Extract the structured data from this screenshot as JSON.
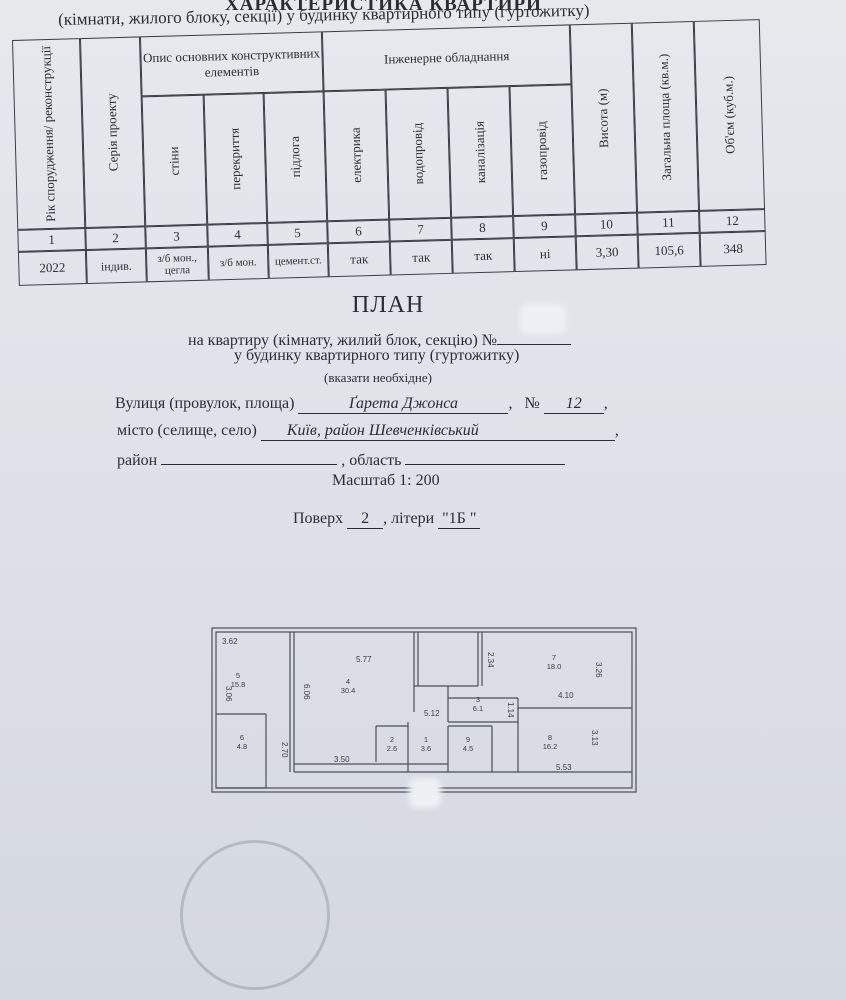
{
  "header": {
    "title_line1": "ХАРАКТЕРИСТИКА КВАРТИРИ",
    "title_line2": "(кімнати, жилого блоку, секції) у будинку квартирного типу (гуртожитку)"
  },
  "table": {
    "col_headers": {
      "year": "Рік спорудження/ реконструкції",
      "series": "Серія проекту",
      "construct_group": "Опис основних конструктивних елементів",
      "walls": "стіни",
      "floors": "перекриття",
      "floor_covering": "підлога",
      "engineering_group": "Інженерне обладнання",
      "electric": "електрика",
      "water": "водопровід",
      "sewer": "каналізація",
      "gas": "газопровід",
      "height": "Висота (м)",
      "area": "Загальна площа (кв.м.)",
      "volume": "Об'єм (куб.м.)"
    },
    "col_numbers": [
      "1",
      "2",
      "3",
      "4",
      "5",
      "6",
      "7",
      "8",
      "9",
      "10",
      "11",
      "12"
    ],
    "row": [
      "2022",
      "індив.",
      "з/б мон., цегла",
      "з/б мон.",
      "цемент.ст.",
      "так",
      "так",
      "так",
      "ні",
      "3,30",
      "105,6",
      "348"
    ]
  },
  "plan": {
    "title": "ПЛАН",
    "line1_prefix": "на квартиру (кімнату, жилий блок, секцію) №",
    "line2": "у будинку квартирного типу (гуртожитку)",
    "note": "(вказати необхідне)",
    "street_label": "Вулиця (провулок, площа)",
    "street_value": "Ґарета Джонса",
    "number_label": "№",
    "number_value": "12",
    "city_label": "місто (селище, село)",
    "city_value": "Київ, район Шевченківський",
    "district_label": "район",
    "region_label": ", область",
    "scale": "Масштаб 1: 200",
    "floor_label": "Поверх",
    "floor_value": "2",
    "letter_label": ", літери",
    "letter_value": "\"1Б \""
  },
  "floorplan": {
    "dimensions": [
      "3.62",
      "5.77",
      "3.06",
      "6.06",
      "2.34",
      "3.26",
      "4.10",
      "5.12",
      "1.14",
      "3.13",
      "2.70",
      "3.50",
      "5.53"
    ],
    "rooms": [
      {
        "num": "5",
        "area": "15.8"
      },
      {
        "num": "4",
        "area": "30.4"
      },
      {
        "num": "7",
        "area": "18.0"
      },
      {
        "num": "3",
        "area": "6.1"
      },
      {
        "num": "6",
        "area": "4.8"
      },
      {
        "num": "2",
        "area": "2.6"
      },
      {
        "num": "1",
        "area": "3.6"
      },
      {
        "num": "9",
        "area": "4.5"
      },
      {
        "num": "8",
        "area": "16.2"
      }
    ]
  }
}
